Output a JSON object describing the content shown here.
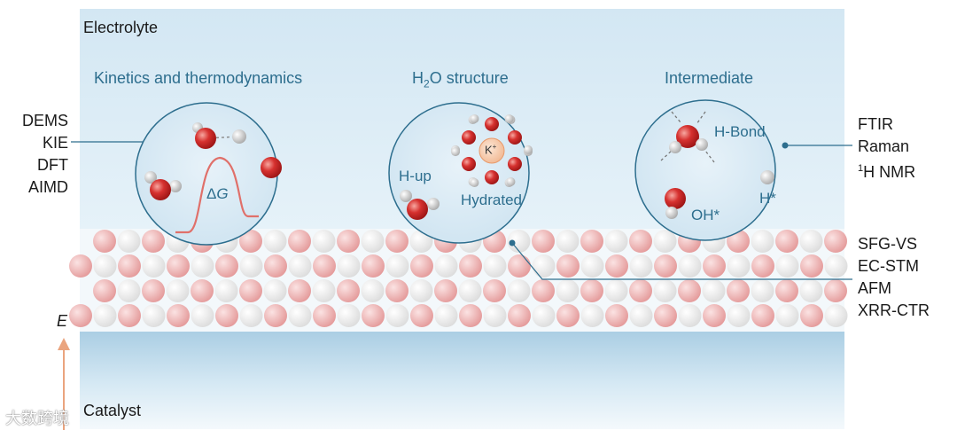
{
  "regions": {
    "top": "Electrolyte",
    "bottom": "Catalyst",
    "axis": "E"
  },
  "panels": {
    "left": {
      "title": "Kinetics and thermodynamics",
      "energy_label_prefix": "Δ",
      "energy_label_var": "G"
    },
    "middle": {
      "title_pre": "H",
      "title_sub": "2",
      "title_post": "O structure",
      "label_hup": "H-up",
      "label_hydrated": "Hydrated",
      "ion": "K",
      "ion_charge": "+"
    },
    "right": {
      "title": "Intermediate",
      "label_hbond": "H-Bond",
      "label_oh": "OH*",
      "label_h": "H*"
    }
  },
  "techniques": {
    "left": [
      "DEMS",
      "KIE",
      "DFT",
      "AIMD"
    ],
    "right_top": [
      {
        "sup": "",
        "text": "FTIR"
      },
      {
        "sup": "",
        "text": "Raman"
      },
      {
        "sup": "1",
        "text": "H NMR"
      }
    ],
    "right_bottom": [
      "SFG-VS",
      "EC-STM",
      "AFM",
      "XRR-CTR"
    ]
  },
  "watermark": "大数跨境",
  "colors": {
    "electrolyte_bg": "#d6e9f4",
    "catalyst_bg": "#bcd8ea",
    "title_blue": "#2d6e8e",
    "oxygen_red": "#c92a2a",
    "hydrogen_grey": "#d0d0d0",
    "sphere_pink": "#e8a0a0",
    "arrow_orange": "#eaa47e",
    "energy_curve": "#e0706a"
  },
  "icons": [
    "water-molecule",
    "hydroxide",
    "hydrogen-atom",
    "potassium-ion",
    "energy-barrier",
    "atomic-lattice",
    "potential-arrow"
  ]
}
